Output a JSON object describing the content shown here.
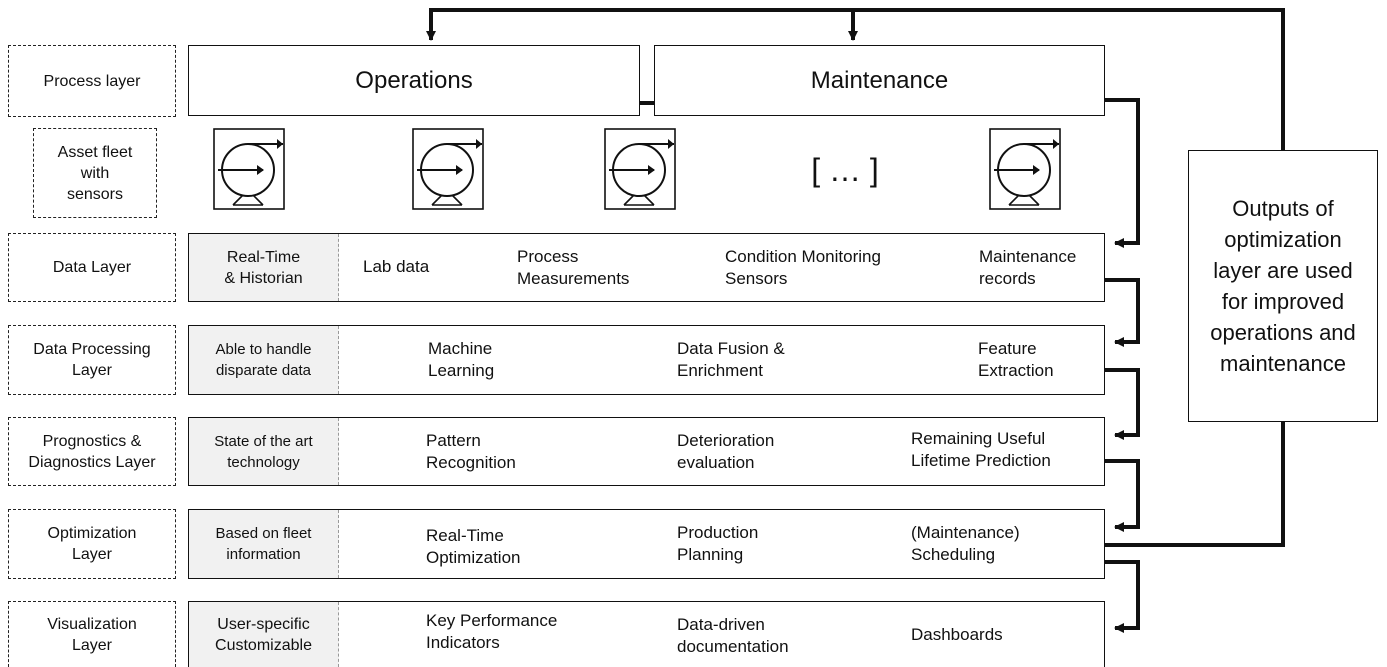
{
  "left_labels": {
    "process": "Process layer",
    "asset": "Asset fleet\nwith\nsensors",
    "data": "Data Layer",
    "processing": "Data Processing\nLayer",
    "prognostics": "Prognostics &\nDiagnostics Layer",
    "optimization": "Optimization\nLayer",
    "visualization": "Visualization\nLayer"
  },
  "process": {
    "operations": "Operations",
    "maintenance": "Maintenance"
  },
  "assets": {
    "ellipsis": "[ … ]"
  },
  "data_layer": {
    "tag": "Real-Time\n& Historian",
    "items": [
      "Lab data",
      "Process\n   Measurements",
      "Condition Monitoring\nSensors",
      "Maintenance\nrecords"
    ]
  },
  "processing_layer": {
    "tag": "Able to handle\ndisparate data",
    "items": [
      "Machine\nLearning",
      "Data Fusion &\nEnrichment",
      "Feature\nExtraction"
    ]
  },
  "prognostics_layer": {
    "tag": "State of the art\ntechnology",
    "items": [
      "Pattern\nRecognition",
      "Deterioration\nevaluation",
      "Remaining Useful\nLifetime Prediction"
    ]
  },
  "optimization_layer": {
    "tag": "Based on fleet\ninformation",
    "items": [
      "Real-Time\nOptimization",
      "Production\nPlanning",
      "(Maintenance)\nScheduling"
    ]
  },
  "visualization_layer": {
    "tag": "User-specific\nCustomizable",
    "items": [
      "Key Performance\nIndicators",
      "Data-driven\ndocumentation",
      "Dashboards"
    ]
  },
  "feedback_note": "Outputs of\noptimization\nlayer are used\nfor improved\noperations and\nmaintenance",
  "colors": {
    "stroke": "#111111",
    "tag_fill": "#f1f1f1"
  }
}
